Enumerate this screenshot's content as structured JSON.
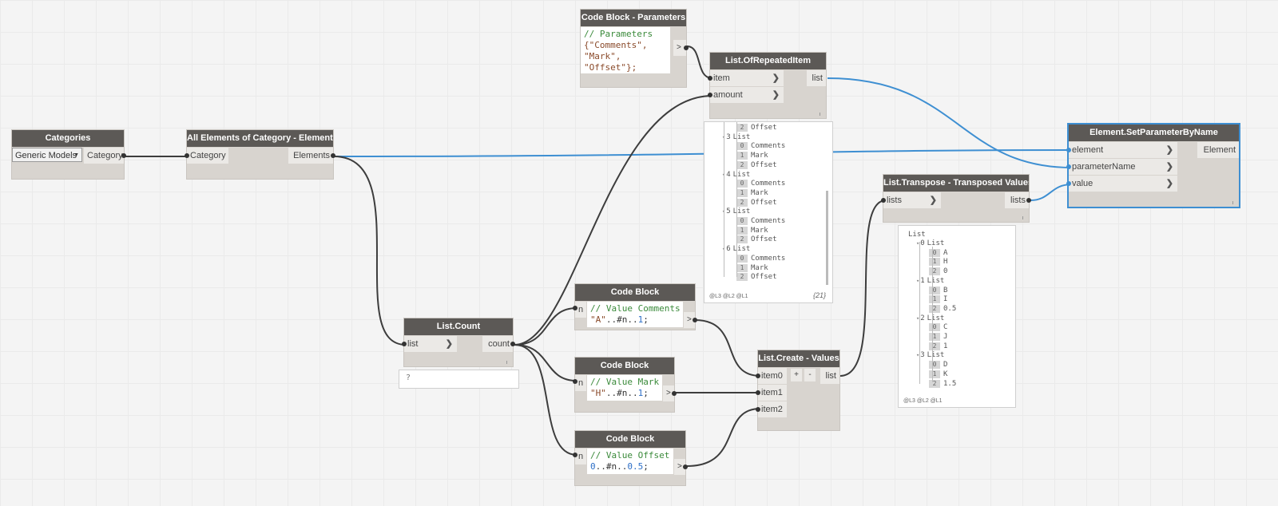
{
  "nodes": {
    "categories": {
      "title": "Categories",
      "dropdown": "Generic Models",
      "out": "Category"
    },
    "all_elements": {
      "title": "All Elements of Category - Elements",
      "in": "Category",
      "out": "Elements"
    },
    "cb_params": {
      "title": "Code Block - Parameters",
      "out": ">",
      "lines": [
        "// Parameters",
        "{\"Comments\",",
        "\"Mark\",",
        "\"Offset\"};"
      ]
    },
    "list_repeated": {
      "title": "List.OfRepeatedItem",
      "in1": "item",
      "in2": "amount",
      "out": "list"
    },
    "list_count": {
      "title": "List.Count",
      "in": "list",
      "out": "count",
      "preview": "?"
    },
    "cb_comments": {
      "title": "Code Block",
      "in": "n",
      "out": ">",
      "line1": "// Value Comments",
      "line2_a": "\"A\"",
      "line2_b": "..#n..",
      "line2_c": "1",
      "line2_d": ";"
    },
    "cb_mark": {
      "title": "Code Block",
      "in": "n",
      "out": ">",
      "line1": "// Value Mark",
      "line2_a": "\"H\"",
      "line2_b": "..#n..",
      "line2_c": "1",
      "line2_d": ";"
    },
    "cb_offset": {
      "title": "Code Block",
      "in": "n",
      "out": ">",
      "line1": "// Value Offset",
      "line2_a": "0",
      "line2_b": "..#n..",
      "line2_c": "0.5",
      "line2_d": ";"
    },
    "list_create": {
      "title": "List.Create - Values",
      "in1": "item0",
      "in2": "item1",
      "in3": "item2",
      "out": "list",
      "add": "+",
      "remove": "-"
    },
    "list_transpose": {
      "title": "List.Transpose - Transposed Values",
      "in": "lists",
      "out": "lists"
    },
    "set_param": {
      "title": "Element.SetParameterByName",
      "in1": "element",
      "in2": "parameterName",
      "in3": "value",
      "out": "Element"
    }
  },
  "repeated_preview": {
    "levels": "@L3 @L2 @L1",
    "count": "{21}",
    "rows": [
      {
        "type": "item",
        "idx": "2",
        "text": "Offset"
      },
      {
        "type": "list",
        "idx": "3",
        "text": "List"
      },
      {
        "type": "item",
        "idx": "0",
        "text": "Comments"
      },
      {
        "type": "item",
        "idx": "1",
        "text": "Mark"
      },
      {
        "type": "item",
        "idx": "2",
        "text": "Offset"
      },
      {
        "type": "list",
        "idx": "4",
        "text": "List"
      },
      {
        "type": "item",
        "idx": "0",
        "text": "Comments"
      },
      {
        "type": "item",
        "idx": "1",
        "text": "Mark"
      },
      {
        "type": "item",
        "idx": "2",
        "text": "Offset"
      },
      {
        "type": "list",
        "idx": "5",
        "text": "List"
      },
      {
        "type": "item",
        "idx": "0",
        "text": "Comments"
      },
      {
        "type": "item",
        "idx": "1",
        "text": "Mark"
      },
      {
        "type": "item",
        "idx": "2",
        "text": "Offset"
      },
      {
        "type": "list",
        "idx": "6",
        "text": "List"
      },
      {
        "type": "item",
        "idx": "0",
        "text": "Comments"
      },
      {
        "type": "item",
        "idx": "1",
        "text": "Mark"
      },
      {
        "type": "item",
        "idx": "2",
        "text": "Offset"
      }
    ]
  },
  "transpose_preview": {
    "levels": "@L3 @L2 @L1",
    "root": "List",
    "rows": [
      {
        "type": "list",
        "idx": "0",
        "text": "List"
      },
      {
        "type": "item",
        "idx": "0",
        "text": "A"
      },
      {
        "type": "item",
        "idx": "1",
        "text": "H"
      },
      {
        "type": "item",
        "idx": "2",
        "text": "0"
      },
      {
        "type": "list",
        "idx": "1",
        "text": "List"
      },
      {
        "type": "item",
        "idx": "0",
        "text": "B"
      },
      {
        "type": "item",
        "idx": "1",
        "text": "I"
      },
      {
        "type": "item",
        "idx": "2",
        "text": "0.5"
      },
      {
        "type": "list",
        "idx": "2",
        "text": "List"
      },
      {
        "type": "item",
        "idx": "0",
        "text": "C"
      },
      {
        "type": "item",
        "idx": "1",
        "text": "J"
      },
      {
        "type": "item",
        "idx": "2",
        "text": "1"
      },
      {
        "type": "list",
        "idx": "3",
        "text": "List"
      },
      {
        "type": "item",
        "idx": "0",
        "text": "D"
      },
      {
        "type": "item",
        "idx": "1",
        "text": "K"
      },
      {
        "type": "item",
        "idx": "2",
        "text": "1.5"
      }
    ]
  },
  "colors": {
    "header": "#5c5956",
    "body": "#d8d4cf",
    "port": "#ebe9e6",
    "wire": "#3d3d3d",
    "wire_selected": "#3e8fd2",
    "comment": "#3a8a3a",
    "string": "#8a4a2a",
    "number": "#2d6fc7"
  }
}
